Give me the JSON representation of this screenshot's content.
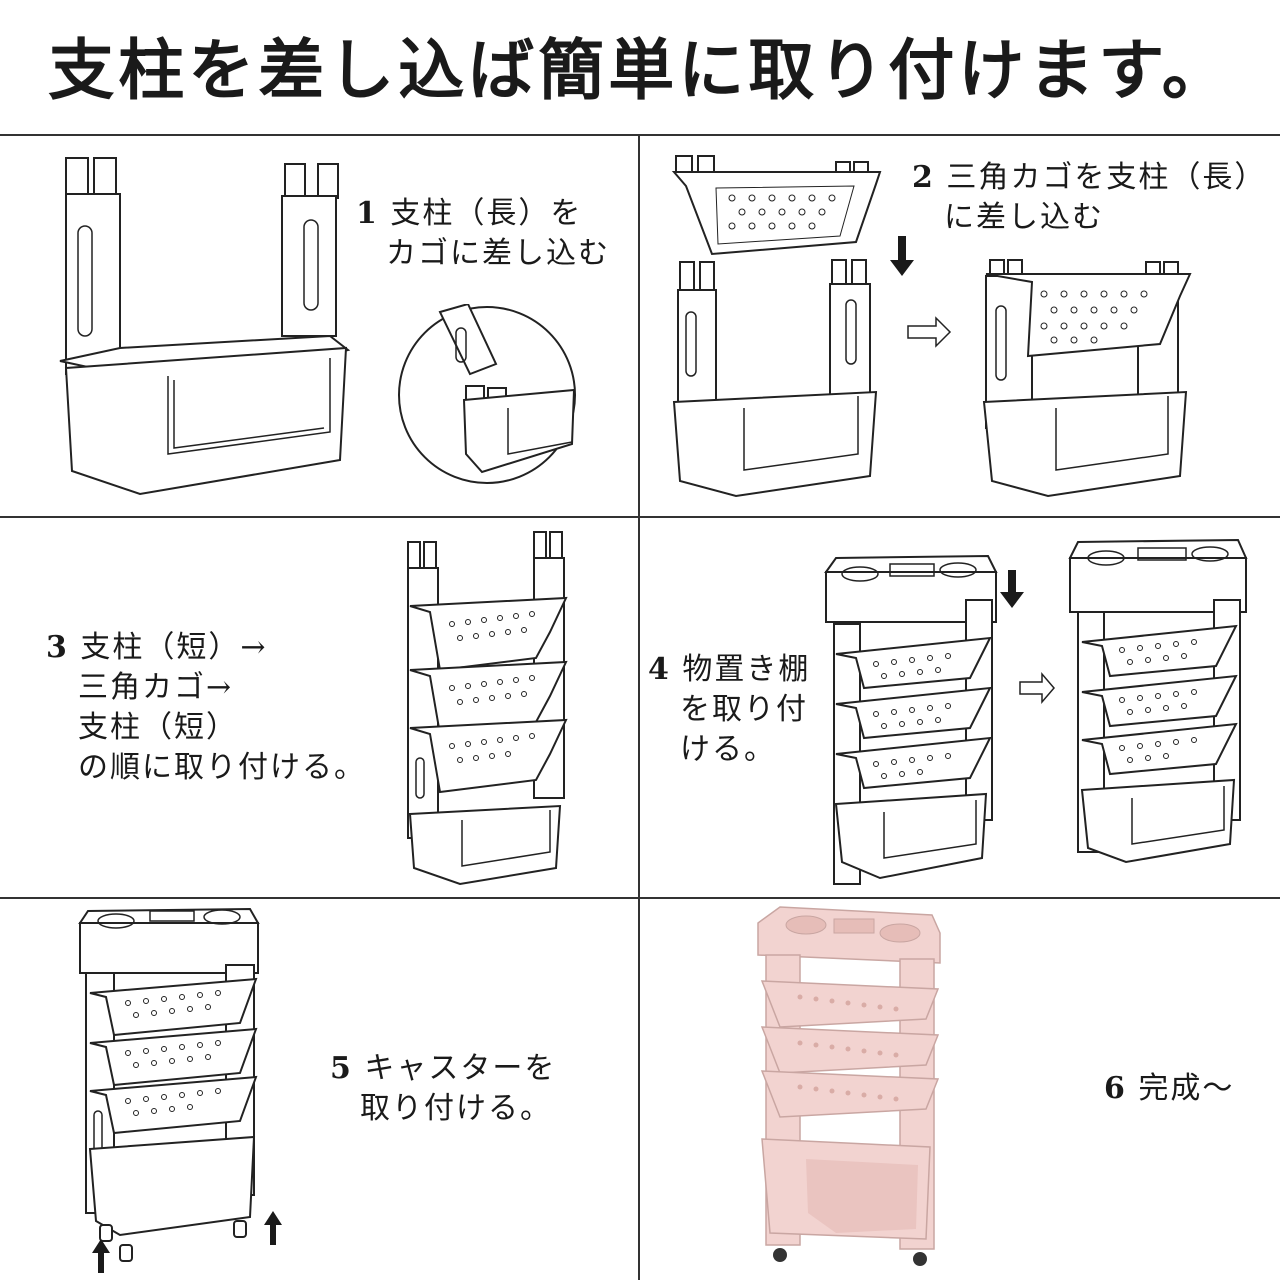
{
  "title": "支柱を差し込ば簡単に取り付けます。",
  "steps": [
    {
      "num": "1",
      "lines": [
        "支柱（長）を",
        "カゴに差し込む"
      ]
    },
    {
      "num": "2",
      "lines": [
        "三角カゴを支柱（長）",
        "に差し込む"
      ]
    },
    {
      "num": "3",
      "lines": [
        "支柱（短）→",
        "三角カゴ→",
        "支柱（短）",
        "の順に取り付ける。"
      ]
    },
    {
      "num": "4",
      "lines": [
        "物置き棚",
        "を取り付",
        "ける。"
      ]
    },
    {
      "num": "5",
      "lines": [
        "キャスターを",
        "取り付ける。"
      ]
    },
    {
      "num": "6",
      "lines": [
        "完成〜"
      ]
    }
  ],
  "colors": {
    "line": "#222222",
    "product_pink": "#f2d3d0",
    "arrow": "#1a1a1a"
  }
}
